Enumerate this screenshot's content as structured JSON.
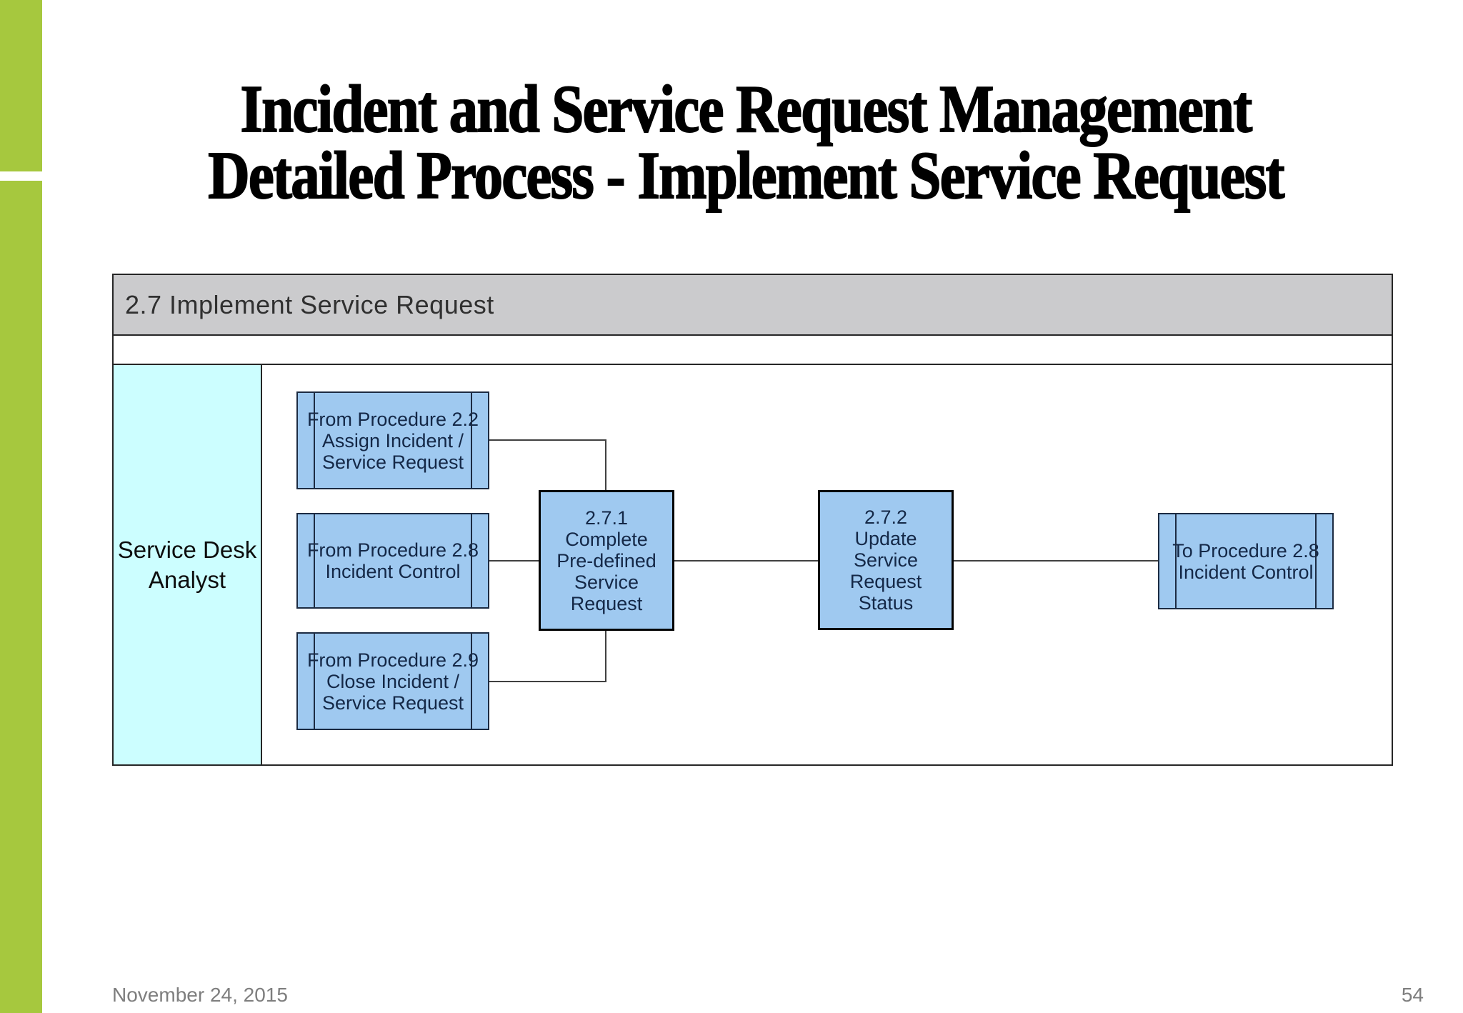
{
  "slide": {
    "title": "Incident and Service Request Management\nDetailed Process - Implement Service Request",
    "footer": {
      "date": "November 24, 2015",
      "page_number": "54"
    }
  },
  "diagram": {
    "frame_title": "2.7 Implement Service Request",
    "lane": {
      "label": "Service Desk\nAnalyst"
    },
    "nodes": [
      {
        "id": "from-procedure-2-2",
        "type": "offpage-reference",
        "label": "From Procedure 2.2\nAssign Incident /\nService Request"
      },
      {
        "id": "from-procedure-2-8",
        "type": "offpage-reference",
        "label": "From Procedure 2.8\nIncident Control"
      },
      {
        "id": "from-procedure-2-9",
        "type": "offpage-reference",
        "label": "From Procedure 2.9\nClose Incident /\nService Request"
      },
      {
        "id": "step-2-7-1",
        "type": "process-step",
        "label": "2.7.1\nComplete\nPre-defined\nService\nRequest"
      },
      {
        "id": "step-2-7-2",
        "type": "process-step",
        "label": "2.7.2\nUpdate\nService\nRequest\nStatus"
      },
      {
        "id": "to-procedure-2-8",
        "type": "offpage-reference",
        "label": "To Procedure 2.8\nIncident Control"
      }
    ],
    "connections": [
      {
        "from": "from-procedure-2-2",
        "to": "step-2-7-1"
      },
      {
        "from": "from-procedure-2-8",
        "to": "step-2-7-1"
      },
      {
        "from": "from-procedure-2-9",
        "to": "step-2-7-1"
      },
      {
        "from": "step-2-7-1",
        "to": "step-2-7-2"
      },
      {
        "from": "step-2-7-2",
        "to": "to-procedure-2-8"
      }
    ]
  },
  "colors": {
    "accent_green": "#a6c83e",
    "header_band": "#cbcbcd",
    "lane_fill": "#ccfeff",
    "node_fill": "#9fc9f0",
    "node_text": "#142847",
    "connector": "#404040",
    "footer_text": "#7e7e7e"
  }
}
